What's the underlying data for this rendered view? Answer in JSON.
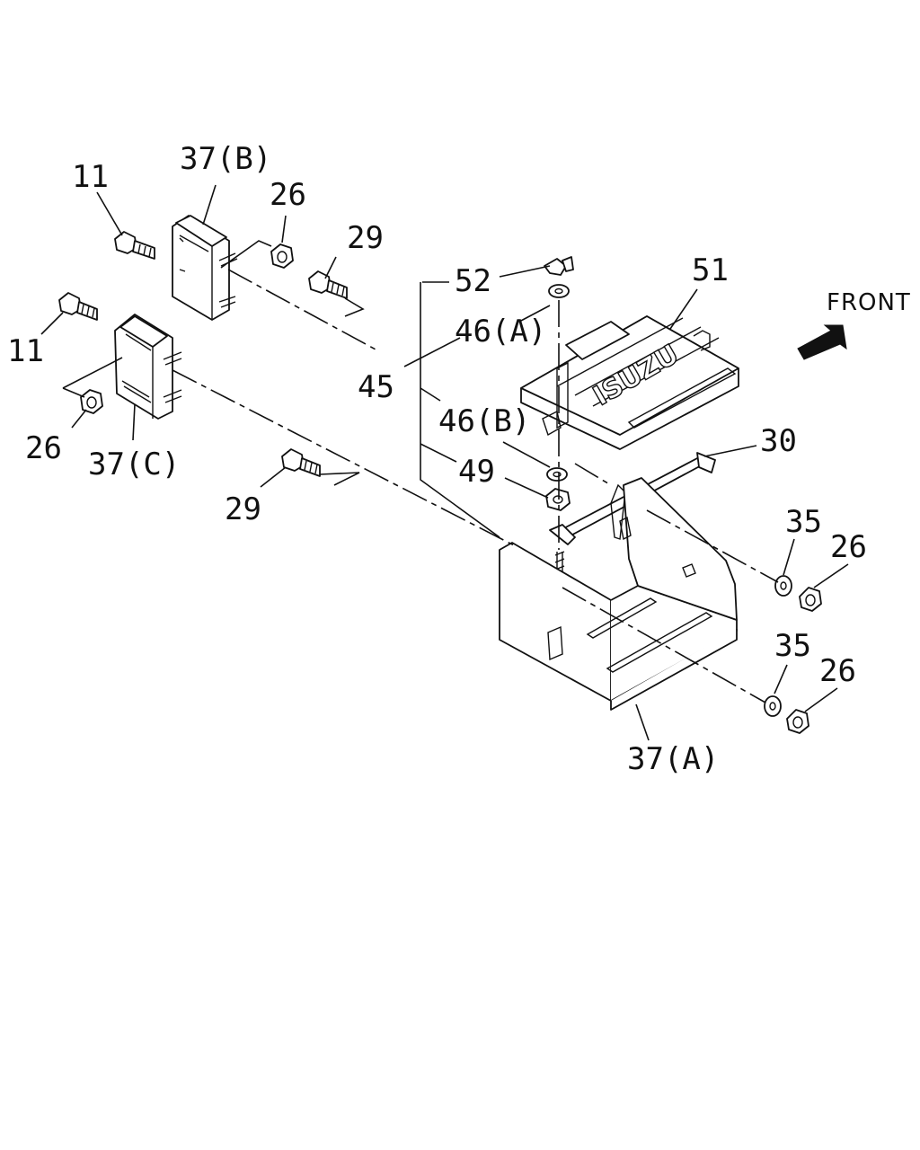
{
  "direction_label": "FRONT",
  "logo_text": "ISUZU",
  "callouts": {
    "c11a": "11",
    "c37b": "37(B)",
    "c26a": "26",
    "c29a": "29",
    "c11b": "11",
    "c26b": "26",
    "c37c": "37(C)",
    "c29b": "29",
    "c52": "52",
    "c51": "51",
    "c46a": "46(A)",
    "c45": "45",
    "c46b": "46(B)",
    "c49": "49",
    "c30": "30",
    "c35a": "35",
    "c26c": "26",
    "c35b": "35",
    "c26d": "26",
    "c37a": "37(A)"
  },
  "icons": {
    "front_arrow": "front-arrow-icon"
  }
}
